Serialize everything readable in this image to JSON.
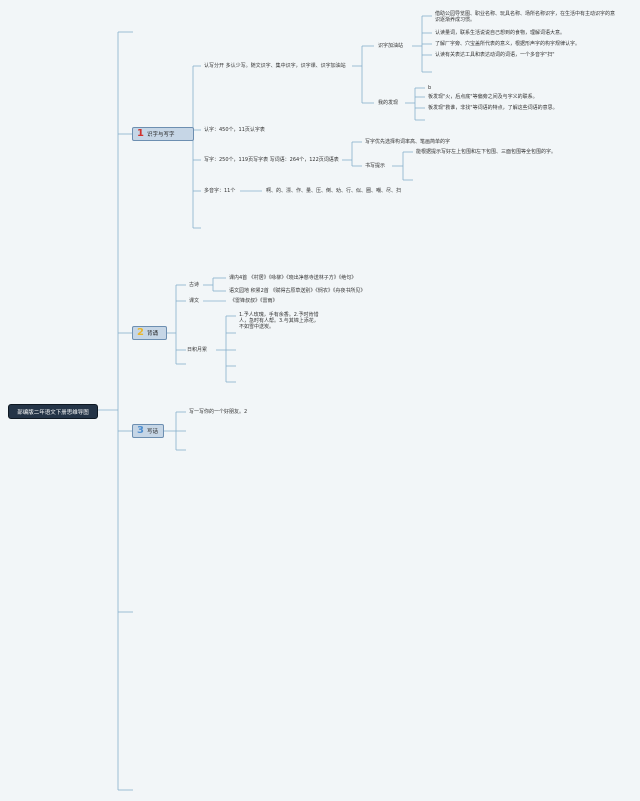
{
  "root": "部编版二年语文下册思维导图",
  "colors": {
    "line": "#86b0cc",
    "topic_bg": "#c6d6e6",
    "root_bg": "#243447",
    "num1": "#d0322d",
    "num2": "#e9b52b",
    "num3": "#4f8fd0"
  },
  "topics": [
    {
      "num": "1",
      "label": "识字与写字"
    },
    {
      "num": "2",
      "label": "背诵"
    },
    {
      "num": "3",
      "label": "写话"
    }
  ],
  "t1": {
    "a": "认写分开 多认少写。随文识字、集中识字，识字课、识字加油站",
    "a_sub": "识字加油站",
    "a_items": [
      "借助公园导览图、职业名称、玩具名称、场所名称识字，在生活中有主动识字的意识逐渐养成习惯。",
      "认读量词，联系生活说说自己想到的食物，理解词语大意。",
      "了解厂字旁、穴宝盖所代表的意义，根据形声字的构字规律认字。",
      "认读有关表达工具和表达动词的词语，一个多音字\"扫\""
    ],
    "a_sub2": "我的发现",
    "a_sub2_items": [
      "b",
      "板发现\"火，后点底\"等偏旁之间及与字义的联系。",
      "板发现\"救谁，非找\"等词语的特点，了解这些词语的意思。"
    ],
    "b": "认字：450个，11页认字表",
    "c": "写字：250个，119页写字表 写词语：264个，122页词语表",
    "c_items": [
      "写字优先选择构词率高、笔画简单的字"
    ],
    "c_sub": "书写提示",
    "c_sub_item": "能根据提示写好左上包围和左下包围、三面包围等全包围的字。",
    "d": "多音字：11个",
    "d_chars": "啊、的、漂、作、量、压、倒、劝、行、似、圈、嘲、尽、扫"
  },
  "t2": {
    "a": "古诗",
    "a_items": [
      "课内4首 《村居》《咏柳》《晓出净慈寺送林子方》《绝句》",
      "语文园地 积累2首 《赋得古原草送别》《悯农》《舟夜书所见》"
    ],
    "b": "课文",
    "b_item": "《雷锋叔叔》《雷雨》",
    "c": "日积月累",
    "c_item": "1.予人玫瑰，手有余香。2.予时肯惜人，急时有人帮。3.与其锦上添花，不如雪中送炭。"
  },
  "t3": {
    "a": "写一写你的一个好朋友。2"
  }
}
